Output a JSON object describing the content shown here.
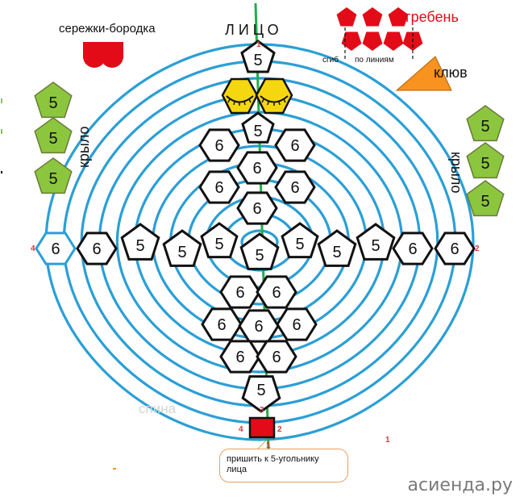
{
  "labels": {
    "face": "ЛИЦО",
    "earrings": "сережки-бородка",
    "comb": "гребень",
    "fold": "сгиб",
    "along_lines": "по линиям",
    "beak": "клюв",
    "wing_left": "крыло",
    "wing_right": "крыло",
    "back": "спина",
    "sew_note": "пришить к 5-угольнику лица",
    "watermark": "асиенда.ру"
  },
  "corner_numbers": {
    "n1_top": "1",
    "n2_right": "2",
    "n4_left": "4",
    "n3_bottom": "3",
    "n2_bottom": "2",
    "n4_bottom": "4",
    "n1_bottom": "1",
    "n1_stray": "1"
  },
  "pieces": {
    "pent": "5",
    "hex": "6"
  },
  "colors": {
    "lines": "#2b9fd6",
    "axis": "#1fae4a",
    "red": "#e30b17",
    "green": "#8cc63f",
    "yellow": "#f5d70f",
    "orange": "#f7931e",
    "number_red": "#d23a3a"
  }
}
